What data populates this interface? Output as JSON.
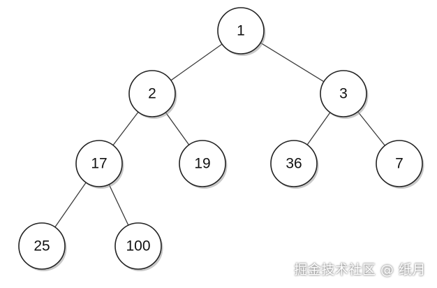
{
  "tree": {
    "nodes": [
      {
        "id": "n1",
        "label": "1"
      },
      {
        "id": "n2",
        "label": "2"
      },
      {
        "id": "n3",
        "label": "3"
      },
      {
        "id": "n17",
        "label": "17"
      },
      {
        "id": "n19",
        "label": "19"
      },
      {
        "id": "n36",
        "label": "36"
      },
      {
        "id": "n7",
        "label": "7"
      },
      {
        "id": "n25",
        "label": "25"
      },
      {
        "id": "n100",
        "label": "100"
      }
    ],
    "edges": [
      {
        "from": "n1",
        "to": "n2"
      },
      {
        "from": "n1",
        "to": "n3"
      },
      {
        "from": "n2",
        "to": "n17"
      },
      {
        "from": "n2",
        "to": "n19"
      },
      {
        "from": "n3",
        "to": "n36"
      },
      {
        "from": "n3",
        "to": "n7"
      },
      {
        "from": "n17",
        "to": "n25"
      },
      {
        "from": "n17",
        "to": "n100"
      }
    ]
  },
  "watermark": "掘金技术社区 @ 纸月"
}
